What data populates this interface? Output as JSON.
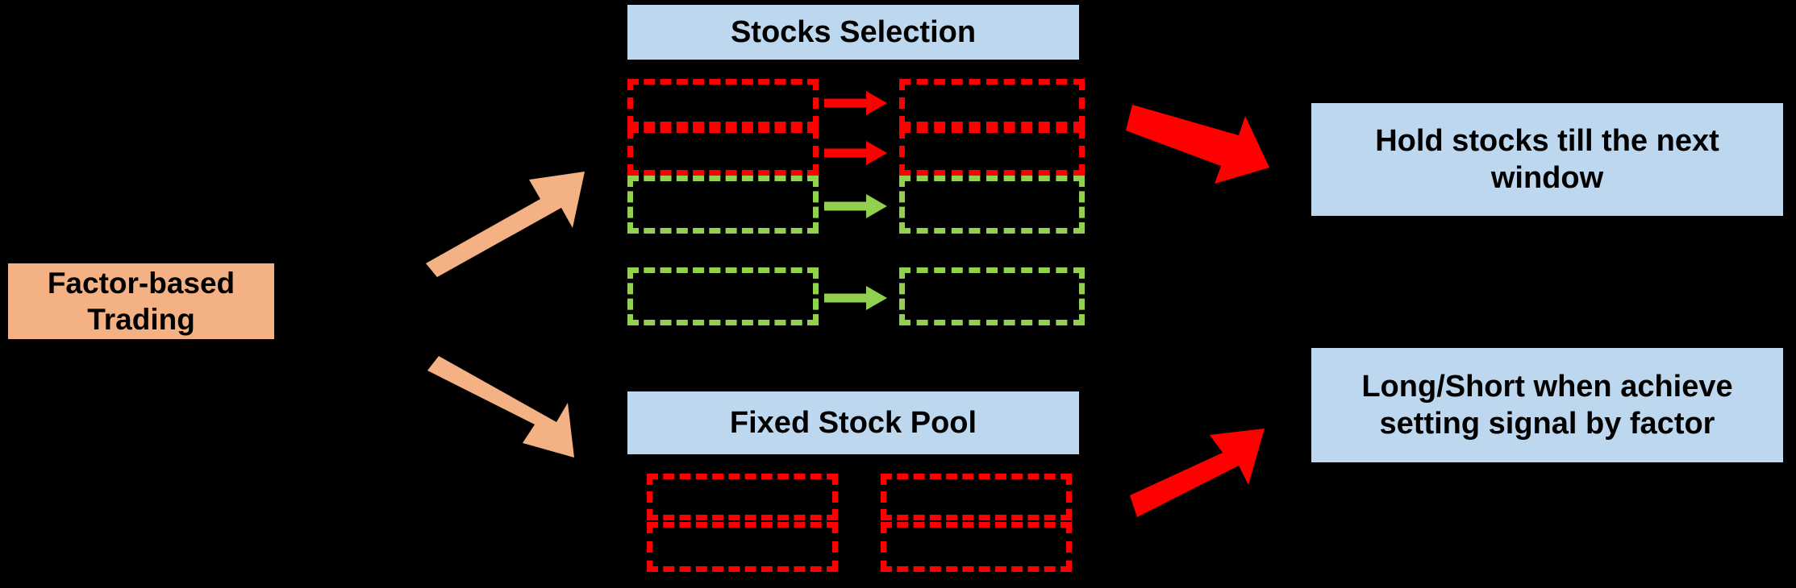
{
  "diagram": {
    "title": "Factor-based Trading workflow",
    "colors": {
      "background": "#000000",
      "source_fill": "#F4B183",
      "header_fill": "#BDD7EE",
      "outcome_fill": "#BDD7EE",
      "red": "#FF0000",
      "green": "#92D050",
      "orange_arrow": "#F4B183",
      "text": "#000000"
    },
    "source": {
      "label": "Factor-based Trading"
    },
    "branches": [
      {
        "key": "stocks_selection",
        "header": "Stocks Selection",
        "outcome": "Hold stocks till the next window"
      },
      {
        "key": "fixed_stock_pool",
        "header": "Fixed Stock Pool",
        "outcome": "Long/Short when achieve setting signal by factor"
      }
    ],
    "stocks_selection_rows": [
      {
        "left_color": "red",
        "right_color": "red",
        "arrow_color": "red",
        "arrow": true
      },
      {
        "left_color": "red",
        "right_color": "red",
        "arrow_color": "red",
        "arrow": true
      },
      {
        "left_color": "green",
        "right_color": "green",
        "arrow_color": "green",
        "arrow": true
      },
      {
        "left_color": "green",
        "right_color": "green",
        "arrow_color": "green",
        "arrow": true
      }
    ],
    "fixed_pool_boxes": [
      {
        "color": "red"
      },
      {
        "color": "red"
      },
      {
        "color": "red"
      },
      {
        "color": "red"
      }
    ],
    "arrows": {
      "source_to_stocks": "arrow-up-right",
      "source_to_pool": "arrow-down-right",
      "stocks_to_hold": "arrow-down-right-thick",
      "pool_to_longshort": "arrow-up-right-thick",
      "row_arrow": "arrow-right"
    }
  }
}
